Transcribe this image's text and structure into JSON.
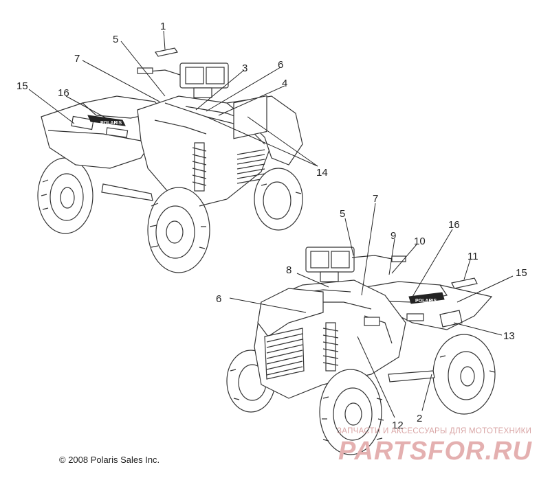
{
  "callouts": {
    "upper": [
      {
        "id": "c1",
        "label": "1"
      },
      {
        "id": "c5",
        "label": "5"
      },
      {
        "id": "c7",
        "label": "7"
      },
      {
        "id": "c3",
        "label": "3"
      },
      {
        "id": "c6",
        "label": "6"
      },
      {
        "id": "c4",
        "label": "4"
      },
      {
        "id": "c15",
        "label": "15"
      },
      {
        "id": "c16",
        "label": "16"
      },
      {
        "id": "c14",
        "label": "14"
      }
    ],
    "lower": [
      {
        "id": "d5",
        "label": "5"
      },
      {
        "id": "d7",
        "label": "7"
      },
      {
        "id": "d9",
        "label": "9"
      },
      {
        "id": "d10",
        "label": "10"
      },
      {
        "id": "d16",
        "label": "16"
      },
      {
        "id": "d8",
        "label": "8"
      },
      {
        "id": "d11",
        "label": "11"
      },
      {
        "id": "d15",
        "label": "15"
      },
      {
        "id": "d6",
        "label": "6"
      },
      {
        "id": "d13",
        "label": "13"
      },
      {
        "id": "d12",
        "label": "12"
      },
      {
        "id": "d2",
        "label": "2"
      }
    ]
  },
  "decals": {
    "brand_upper": "POLARIS",
    "brand_lower": "POLARIS"
  },
  "copyright": "© 2008 Polaris Sales Inc.",
  "watermark": {
    "tagline": "ЗАПЧАСТИ И АКСЕССУАРЫ ДЛЯ МОТОТЕХНИКИ",
    "logo": "PARTSFOR.RU"
  }
}
